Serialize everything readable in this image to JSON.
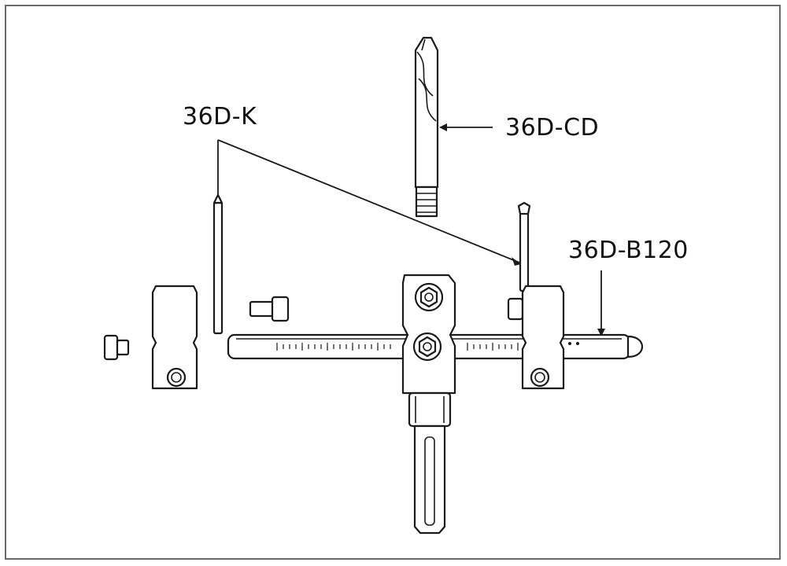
{
  "labels": {
    "pins": "36D-K",
    "center_drill": "36D-CD",
    "bar": "36D-B120"
  },
  "colors": {
    "line": "#1a1a1a",
    "frame": "#6a6a6a",
    "background": "#ffffff"
  }
}
